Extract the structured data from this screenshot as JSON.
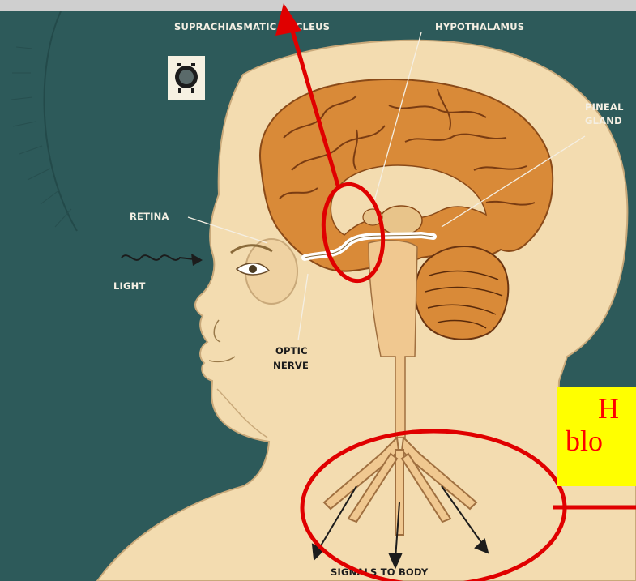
{
  "labels": {
    "suprachiasmatic": "SUPRACHIASMATIC NUCLEUS",
    "hypothalamus": "HYPOTHALAMUS",
    "pineal_line1": "PINEAL",
    "pineal_line2": "GLAND",
    "retina": "RETINA",
    "light": "LIGHT",
    "optic_line1": "OPTIC",
    "optic_line2": "NERVE",
    "signals": "SIGNALS TO BODY"
  },
  "callout": {
    "line1": "H",
    "line2": "blo"
  },
  "colors": {
    "background": "#2d5a5a",
    "skin": "#f3dcb0",
    "brain": "#d98a38",
    "annotation": "#e00000",
    "callout_bg": "#ffff00"
  }
}
